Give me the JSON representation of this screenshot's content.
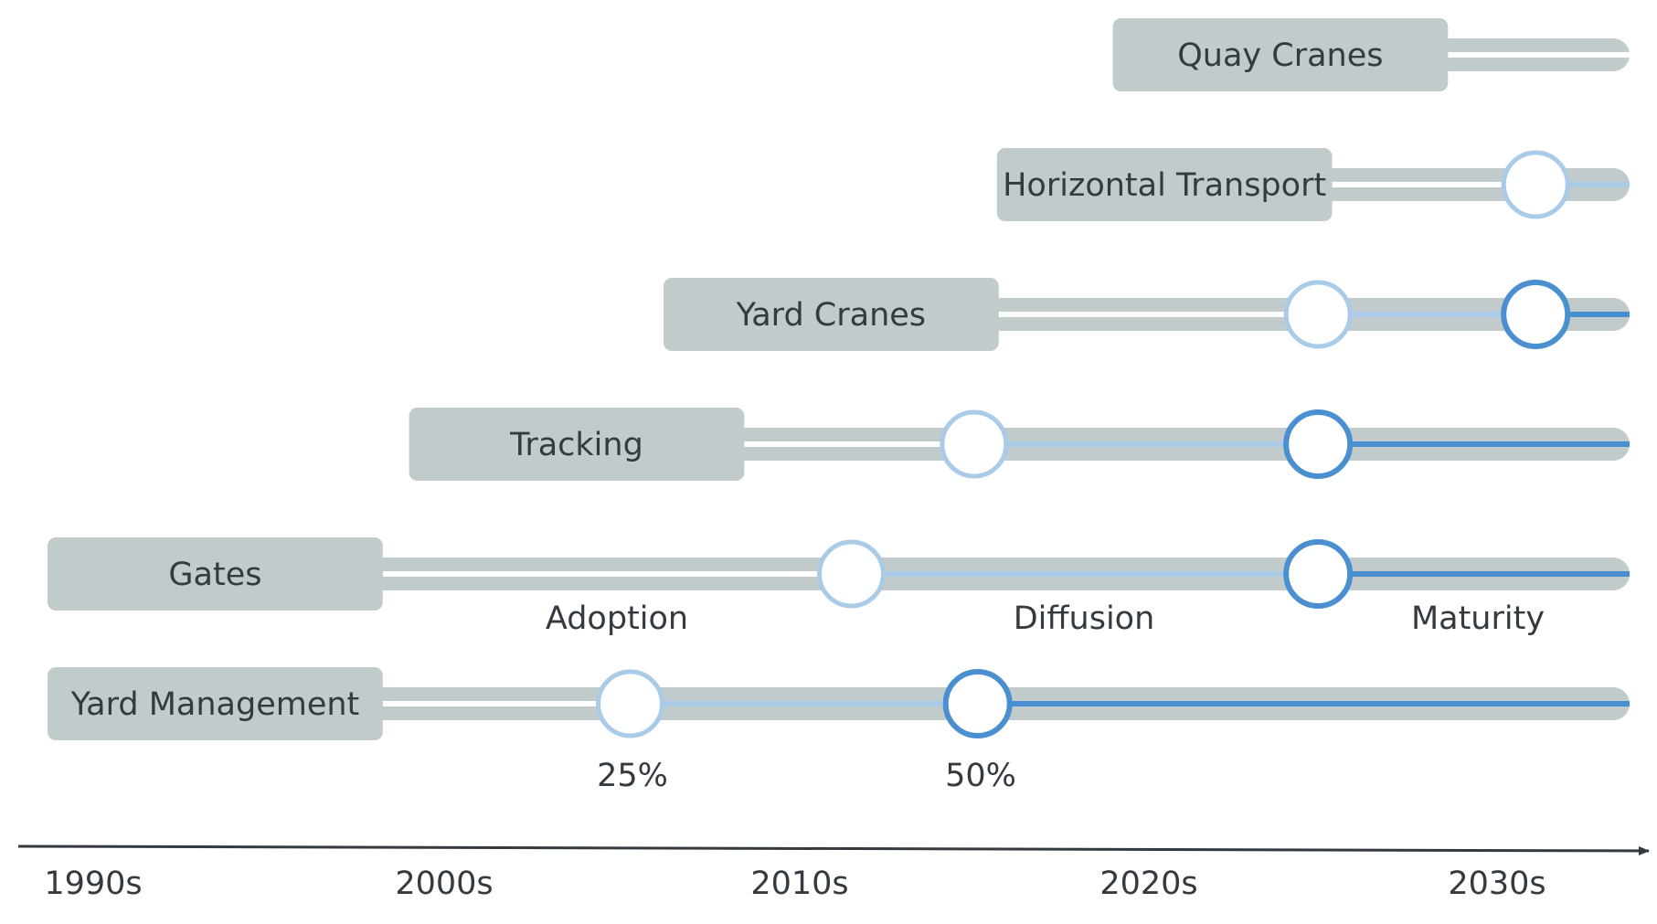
{
  "colors": {
    "box": "#c1cbcb",
    "track": "#c1cbcb",
    "inner_line": "#ffffff",
    "diffusion_line": "#a9cbe8",
    "maturity_line": "#4a8fd0",
    "milestone_25": "#a9cbe8",
    "milestone_50": "#4a8fd0",
    "text": "#333a40",
    "axis": "#333a40"
  },
  "rows": [
    {
      "label": "Quay Cranes",
      "box_start_decade": 2019.05,
      "box_end_decade": 2028.6,
      "m25_decade": null,
      "m50_decade": null
    },
    {
      "label": "Horizontal Transport",
      "box_start_decade": 2015.75,
      "box_end_decade": 2025.3,
      "m25_decade": 2031.1,
      "m50_decade": null
    },
    {
      "label": "Yard Cranes",
      "box_start_decade": 2006.25,
      "box_end_decade": 2015.8,
      "m25_decade": 2024.9,
      "m50_decade": 2031.1
    },
    {
      "label": "Tracking",
      "box_start_decade": 1999.0,
      "box_end_decade": 2008.55,
      "m25_decade": 2015.1,
      "m50_decade": 2024.9
    },
    {
      "label": "Gates",
      "box_start_decade": 1988.7,
      "box_end_decade": 1998.25,
      "m25_decade": 2011.6,
      "m50_decade": 2024.9
    },
    {
      "label": "Yard Management",
      "box_start_decade": 1988.7,
      "box_end_decade": 1998.25,
      "m25_decade": 2005.3,
      "m50_decade": 2015.2
    }
  ],
  "phase_labels": [
    "Adoption",
    "Diffusion",
    "Maturity"
  ],
  "milestone_labels": [
    "25%",
    "50%"
  ],
  "axis": {
    "ticks": [
      "1990s",
      "2000s",
      "2010s",
      "2020s",
      "2030s"
    ]
  }
}
